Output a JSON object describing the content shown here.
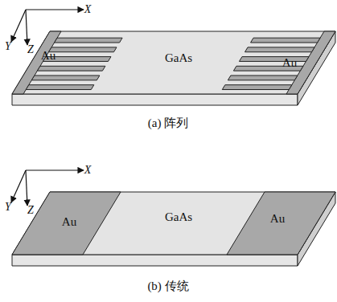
{
  "diagram": {
    "labels": [
      "X",
      "Y",
      "Z",
      "Au",
      "GaAs",
      "Au",
      "(a) 阵列",
      "X",
      "Y",
      "Z",
      "Au",
      "GaAs",
      "Au",
      "(b) 传统"
    ]
  }
}
